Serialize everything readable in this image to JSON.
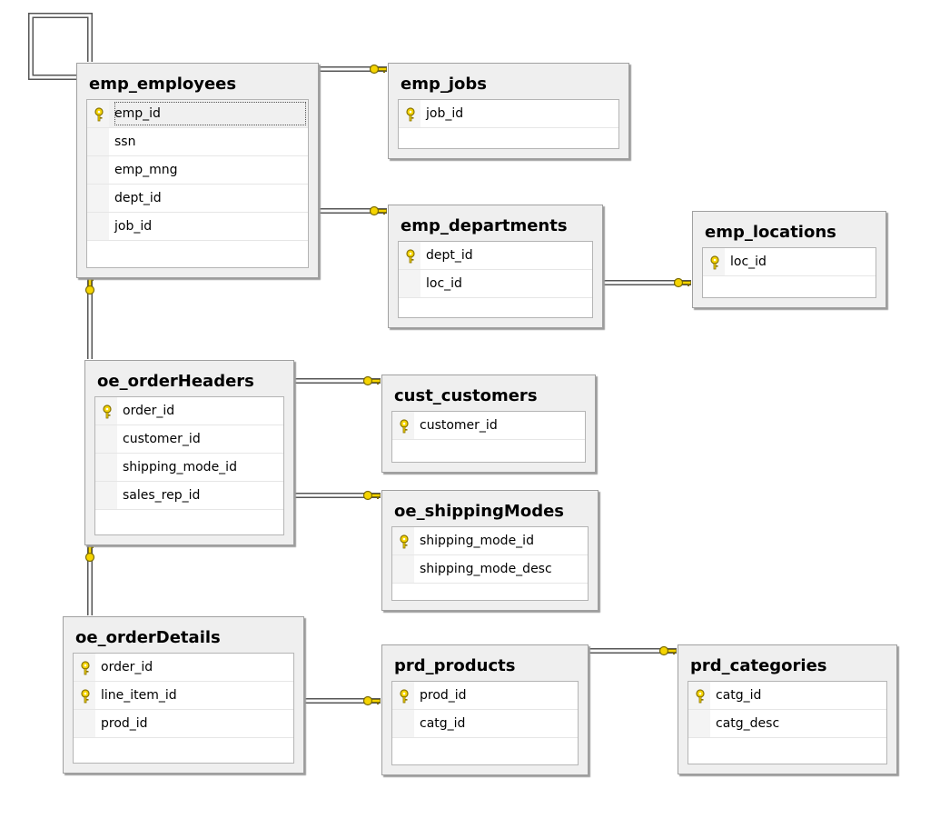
{
  "diagram": {
    "tables": [
      {
        "name": "emp_employees",
        "columns": [
          {
            "name": "emp_id",
            "pk": true,
            "selected": true
          },
          {
            "name": "ssn"
          },
          {
            "name": "emp_mng"
          },
          {
            "name": "dept_id"
          },
          {
            "name": "job_id"
          }
        ]
      },
      {
        "name": "emp_jobs",
        "columns": [
          {
            "name": "job_id",
            "pk": true
          }
        ]
      },
      {
        "name": "emp_departments",
        "columns": [
          {
            "name": "dept_id",
            "pk": true
          },
          {
            "name": "loc_id"
          }
        ]
      },
      {
        "name": "emp_locations",
        "columns": [
          {
            "name": "loc_id",
            "pk": true
          }
        ]
      },
      {
        "name": "oe_orderHeaders",
        "columns": [
          {
            "name": "order_id",
            "pk": true
          },
          {
            "name": "customer_id"
          },
          {
            "name": "shipping_mode_id"
          },
          {
            "name": "sales_rep_id"
          }
        ]
      },
      {
        "name": "cust_customers",
        "columns": [
          {
            "name": "customer_id",
            "pk": true
          }
        ]
      },
      {
        "name": "oe_shippingModes",
        "columns": [
          {
            "name": "shipping_mode_id",
            "pk": true
          },
          {
            "name": "shipping_mode_desc"
          }
        ]
      },
      {
        "name": "oe_orderDetails",
        "columns": [
          {
            "name": "order_id",
            "pk": true
          },
          {
            "name": "line_item_id",
            "pk": true
          },
          {
            "name": "prod_id"
          }
        ]
      },
      {
        "name": "prd_products",
        "columns": [
          {
            "name": "prod_id",
            "pk": true
          },
          {
            "name": "catg_id"
          }
        ]
      },
      {
        "name": "prd_categories",
        "columns": [
          {
            "name": "catg_id",
            "pk": true
          },
          {
            "name": "catg_desc"
          }
        ]
      }
    ],
    "relationships": [
      {
        "name": "emp_employees-emp_employees",
        "from": "emp_employees",
        "to": "emp_employees"
      },
      {
        "name": "emp_employees-emp_jobs",
        "from": "emp_employees",
        "to": "emp_jobs"
      },
      {
        "name": "emp_employees-emp_departments",
        "from": "emp_employees",
        "to": "emp_departments"
      },
      {
        "name": "emp_departments-emp_locations",
        "from": "emp_departments",
        "to": "emp_locations"
      },
      {
        "name": "oe_orderHeaders-emp_employees",
        "from": "oe_orderHeaders",
        "to": "emp_employees"
      },
      {
        "name": "oe_orderHeaders-cust_customers",
        "from": "oe_orderHeaders",
        "to": "cust_customers"
      },
      {
        "name": "oe_orderHeaders-oe_shippingModes",
        "from": "oe_orderHeaders",
        "to": "oe_shippingModes"
      },
      {
        "name": "oe_orderDetails-oe_orderHeaders",
        "from": "oe_orderDetails",
        "to": "oe_orderHeaders"
      },
      {
        "name": "oe_orderDetails-prd_products",
        "from": "oe_orderDetails",
        "to": "prd_products"
      },
      {
        "name": "prd_products-prd_categories",
        "from": "prd_products",
        "to": "prd_categories"
      }
    ]
  }
}
